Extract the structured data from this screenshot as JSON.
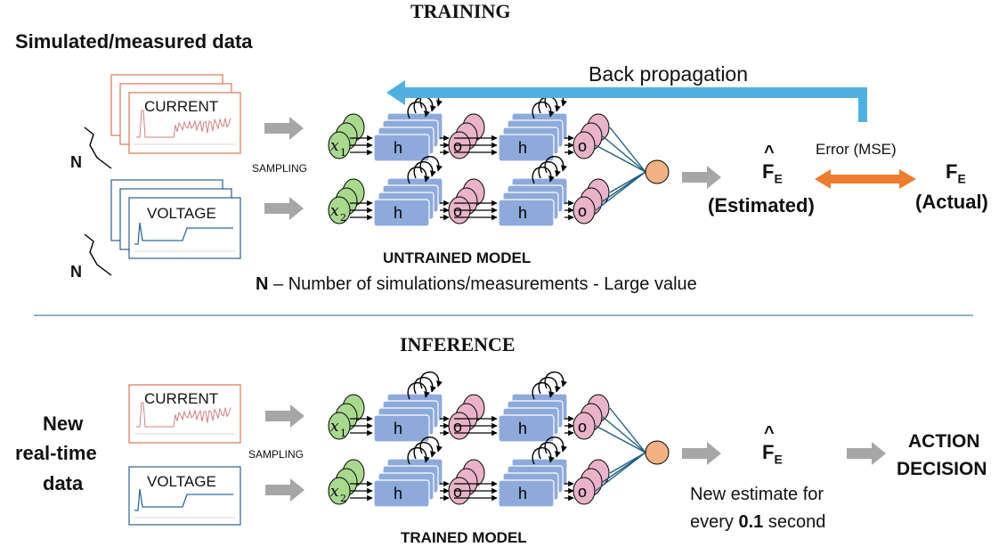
{
  "training": {
    "title": "TRAINING",
    "data_label": "Simulated/measured data",
    "signal1": "CURRENT",
    "signal2": "VOLTAGE",
    "n1": "N",
    "n2": "N",
    "sampling": "SAMPLING",
    "backprop": "Back propagation",
    "model_label": "UNTRAINED MODEL",
    "error_label": "Error (MSE)",
    "estimated_symbol": "F",
    "estimated_sub": "E",
    "estimated_hat": "^",
    "estimated_label": "(Estimated)",
    "actual_symbol": "F",
    "actual_sub": "E",
    "actual_label": "(Actual)",
    "note_bold": "N",
    "note_rest": " – Number of simulations/measurements - Large value"
  },
  "inference": {
    "title": "INFERENCE",
    "data_line1": "New",
    "data_line2": "real-time",
    "data_line3": "data",
    "signal1": "CURRENT",
    "signal2": "VOLTAGE",
    "sampling": "SAMPLING",
    "model_label": "TRAINED MODEL",
    "estimate_symbol": "F",
    "estimate_sub": "E",
    "estimate_hat": "^",
    "note_line1": "New estimate for",
    "note_prefix": "every ",
    "note_value": "0.1",
    "note_suffix": " second",
    "action_line1": "ACTION",
    "action_line2": "DECISION"
  },
  "model": {
    "input1_symbol": "x",
    "input1_sub": "1",
    "input2_symbol": "x",
    "input2_sub": "2",
    "hidden": "h",
    "output": "o"
  },
  "colors": {
    "input_node": "#a9d98f",
    "hidden_node": "#8eaadb",
    "output_node": "#e9b3c8",
    "final_node": "#f4b183",
    "backprop_arrow": "#4fb0e0",
    "error_arrow": "#ed7d31",
    "gray_arrow": "#a6a6a6",
    "current_frame": "#d4785a",
    "voltage_frame": "#2e5f8a",
    "divider": "#4f7f9f"
  }
}
